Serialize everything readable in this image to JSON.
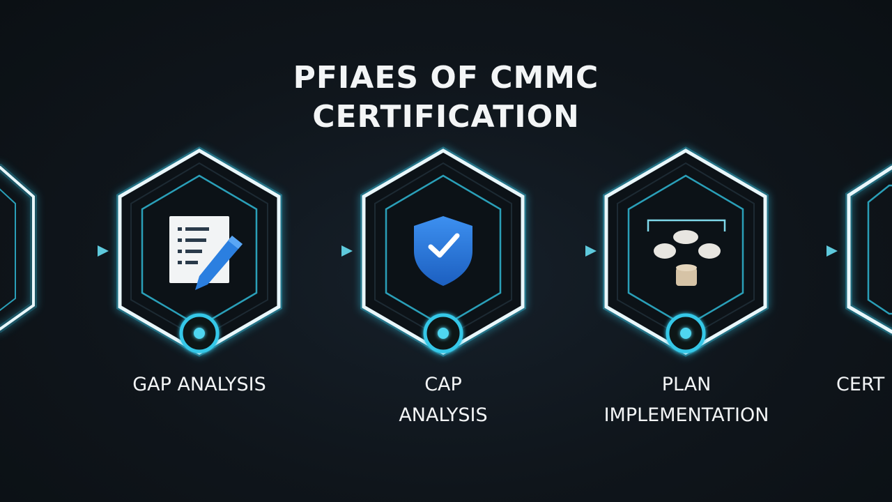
{
  "title": {
    "line1": "PFIAES OF CMMC",
    "line2": "CERTIFICATION"
  },
  "colors": {
    "background": "#0e1419",
    "glow": "#35c8e8",
    "frame": "#e9f7fb",
    "arrow": "#5ec9dc",
    "shield": "#2f7fe0",
    "text": "#f3f5f6"
  },
  "phases": [
    {
      "icon": "checklist-pencil-icon",
      "label_lines": [
        "GAP ANALYSIS"
      ]
    },
    {
      "icon": "shield-check-icon",
      "label_lines": [
        "CAP",
        "ANALYSIS"
      ]
    },
    {
      "icon": "network-nodes-icon",
      "label_lines": [
        "PLAN",
        "IMPLEMENTATION"
      ]
    },
    {
      "icon": "",
      "label_lines": [
        "CERT"
      ]
    }
  ]
}
